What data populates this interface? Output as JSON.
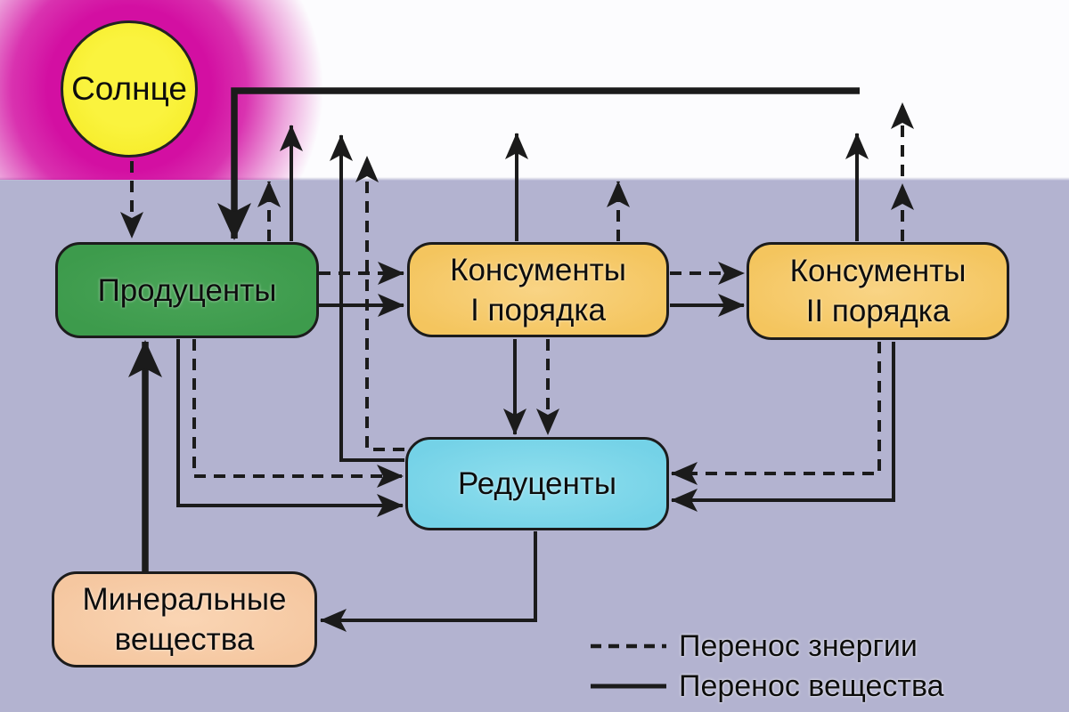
{
  "diagram_type": "ecosystem-energy-matter-flow",
  "nodes": {
    "sun": {
      "label": "Солнце",
      "fill": "#f7ee2e",
      "glow": "#d30fa2"
    },
    "producers": {
      "label": "Продуценты",
      "fill": "#3d9b4c"
    },
    "consumers1": {
      "line1": "Консументы",
      "line2": "I порядка",
      "fill": "#f5c862"
    },
    "consumers2": {
      "line1": "Консументы",
      "line2": "II порядка",
      "fill": "#f5c862"
    },
    "decomposers": {
      "label": "Редуценты",
      "fill": "#77d3e8"
    },
    "minerals": {
      "line1": "Минеральные",
      "line2": "вещества",
      "fill": "#f6c8a4"
    }
  },
  "legend": {
    "energy_label": "Перенос знергии",
    "energy_style": "dashed",
    "matter_label": "Перенос вещества",
    "matter_style": "solid"
  },
  "edges": [
    {
      "from": "sun",
      "to": "producers",
      "type": "energy"
    },
    {
      "from": "outside-top",
      "to": "producers",
      "type": "matter-thick"
    },
    {
      "from": "producers",
      "to": "out-top",
      "type": "energy"
    },
    {
      "from": "producers",
      "to": "out-top",
      "type": "matter"
    },
    {
      "from": "producers",
      "to": "consumers1",
      "type": "energy"
    },
    {
      "from": "producers",
      "to": "consumers1",
      "type": "matter"
    },
    {
      "from": "consumers1",
      "to": "out-top",
      "type": "energy"
    },
    {
      "from": "consumers1",
      "to": "out-top",
      "type": "matter"
    },
    {
      "from": "consumers1",
      "to": "consumers2",
      "type": "energy"
    },
    {
      "from": "consumers1",
      "to": "consumers2",
      "type": "matter"
    },
    {
      "from": "consumers2",
      "to": "out-top",
      "type": "energy"
    },
    {
      "from": "consumers2",
      "to": "out-top",
      "type": "matter"
    },
    {
      "from": "consumers1",
      "to": "decomposers",
      "type": "energy"
    },
    {
      "from": "consumers1",
      "to": "decomposers",
      "type": "matter"
    },
    {
      "from": "consumers2",
      "to": "decomposers",
      "type": "energy"
    },
    {
      "from": "consumers2",
      "to": "decomposers",
      "type": "matter"
    },
    {
      "from": "producers",
      "to": "decomposers",
      "type": "energy"
    },
    {
      "from": "producers",
      "to": "decomposers",
      "type": "matter"
    },
    {
      "from": "decomposers",
      "to": "out-top",
      "type": "energy"
    },
    {
      "from": "decomposers",
      "to": "out-top",
      "type": "matter"
    },
    {
      "from": "decomposers",
      "to": "minerals",
      "type": "matter"
    },
    {
      "from": "minerals",
      "to": "producers",
      "type": "matter-thick"
    }
  ],
  "colors": {
    "background_upper": "#fcfcfe",
    "background_lower": "#b3b3d0",
    "line": "#1b1b1b",
    "text": "#0d0d0d"
  }
}
